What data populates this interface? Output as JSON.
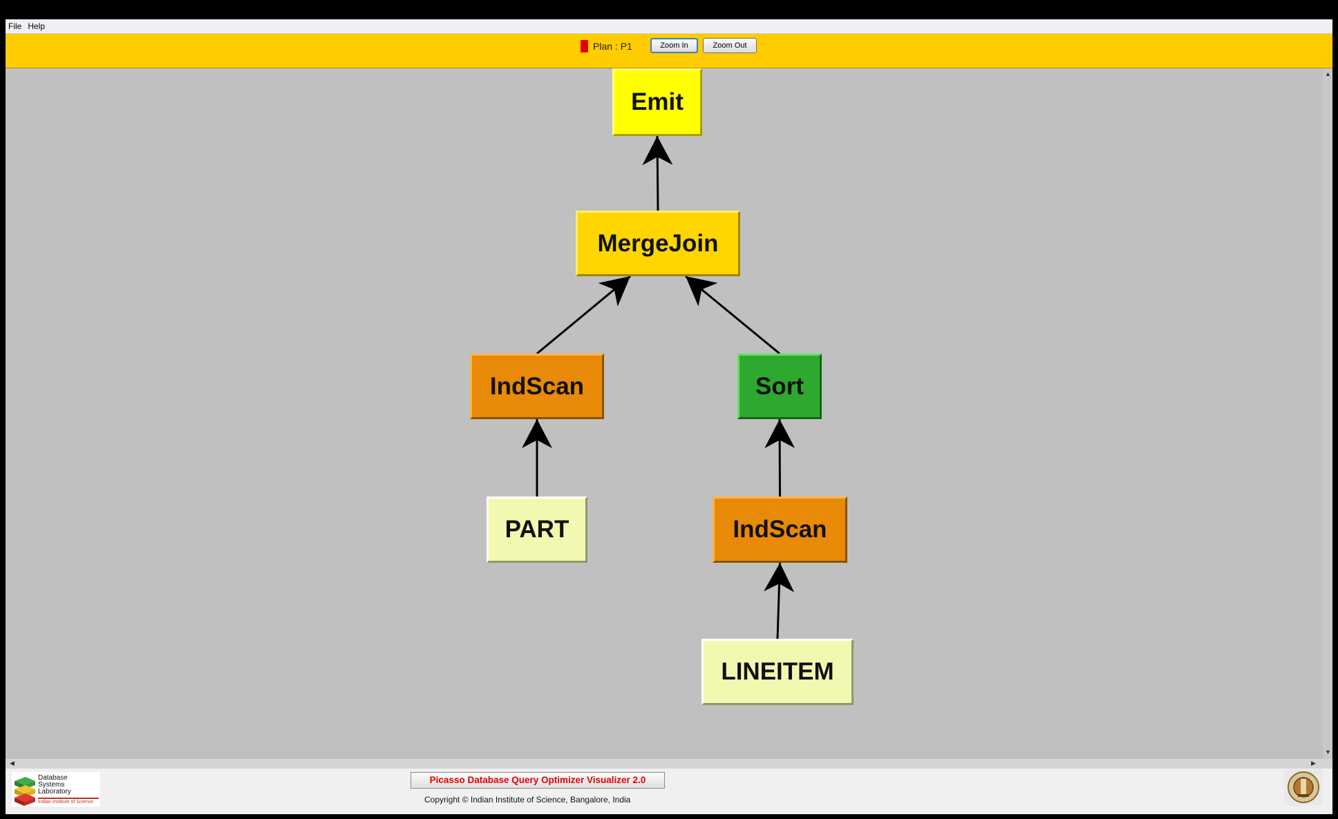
{
  "menu": {
    "file": "File",
    "help": "Help"
  },
  "toolbar": {
    "plan_label": "Plan : P1",
    "plan_color": "#e00000",
    "zoom_in": "Zoom In",
    "zoom_out": "Zoom Out"
  },
  "plan_tree": {
    "nodes": [
      {
        "id": "emit",
        "label": "Emit",
        "color": "#ffff00"
      },
      {
        "id": "mergejoin",
        "label": "MergeJoin",
        "color": "#ffd600"
      },
      {
        "id": "indscan_left",
        "label": "IndScan",
        "color": "#e88a08"
      },
      {
        "id": "sort",
        "label": "Sort",
        "color": "#2ea82e"
      },
      {
        "id": "part",
        "label": "PART",
        "color": "#f2f8b0"
      },
      {
        "id": "indscan_right",
        "label": "IndScan",
        "color": "#e88a08"
      },
      {
        "id": "lineitem",
        "label": "LINEITEM",
        "color": "#f2f8b0"
      }
    ],
    "edges": [
      [
        "mergejoin",
        "emit"
      ],
      [
        "indscan_left",
        "mergejoin"
      ],
      [
        "sort",
        "mergejoin"
      ],
      [
        "part",
        "indscan_left"
      ],
      [
        "indscan_right",
        "sort"
      ],
      [
        "lineitem",
        "indscan_right"
      ]
    ]
  },
  "footer": {
    "logo_lines": [
      "Database",
      "Systems",
      "Laboratory"
    ],
    "logo_subtitle": "Indian Institute of Science",
    "app_title": "Picasso Database Query Optimizer Visualizer 2.0",
    "copyright": "Copyright © Indian Institute of Science, Bangalore, India",
    "emblem": "iisc-emblem-icon"
  }
}
